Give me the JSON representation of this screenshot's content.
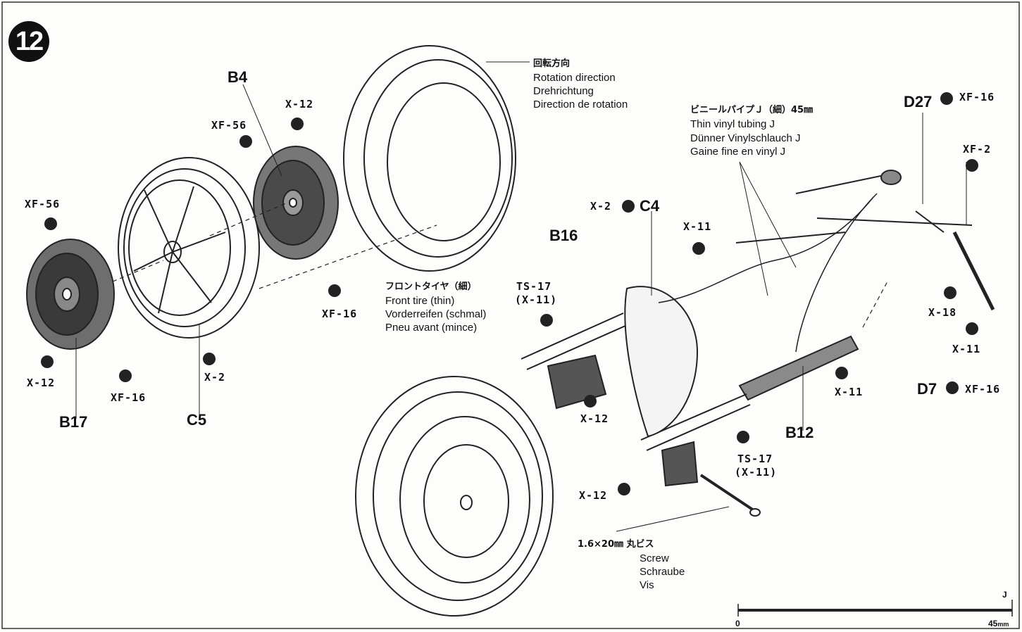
{
  "step": {
    "number": "12"
  },
  "rotation_note": {
    "jp": "回転方向",
    "en": "Rotation direction",
    "de": "Drehrichtung",
    "fr": "Direction de rotation"
  },
  "tubing_note": {
    "jp": "ビニールパイプＪ（細）45㎜",
    "en": "Thin vinyl tubing J",
    "de": "Dünner Vinylschlauch J",
    "fr": "Gaine fine en vinyl J"
  },
  "tire_note": {
    "jp": "フロントタイヤ（細）",
    "en": "Front tire (thin)",
    "de": "Vorderreifen (schmal)",
    "fr": "Pneu avant (mince)"
  },
  "screw_note": {
    "jp": "1.6×20㎜ 丸ビス",
    "en": "Screw",
    "de": "Schraube",
    "fr": "Vis"
  },
  "parts": {
    "b4": "B4",
    "b16": "B16",
    "c4": "C4",
    "c5": "C5",
    "b17": "B17",
    "b12": "B12",
    "d27": "D27",
    "d7": "D7"
  },
  "paints": {
    "xf56_disc": "XF-56",
    "x12_disc": "X-12",
    "xf16_disc": "XF-16",
    "xf56_left": "XF-56",
    "x12_left": "X-12",
    "xf16_left": "XF-16",
    "x2_wheel": "X-2",
    "x2_c4": "X-2",
    "x11_fork": "X-11",
    "ts17_a": "TS-17",
    "x11_a": "(X-11)",
    "x12_caliper": "X-12",
    "ts17_b": "TS-17",
    "x11_b": "(X-11)",
    "x12_low": "X-12",
    "x11_mid": "X-11",
    "xf16_d27": "XF-16",
    "xf2": "XF-2",
    "x18": "X-18",
    "x11_right": "X-11",
    "xf16_d7": "XF-16"
  },
  "scale": {
    "start": "0",
    "end": "45",
    "unit": "mm",
    "marker": "J"
  }
}
